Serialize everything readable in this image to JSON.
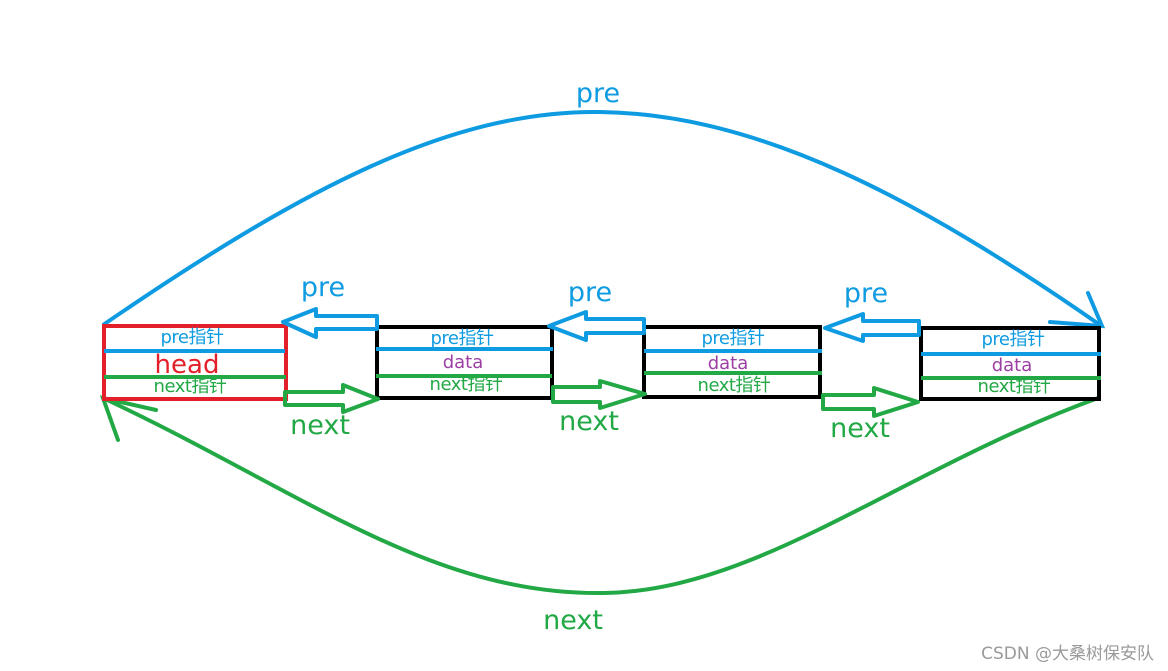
{
  "colors": {
    "pre": "#0f9be1",
    "next": "#22a946",
    "data": "#9b3fa5",
    "head": "#e3202a",
    "node_border": "#000000"
  },
  "labels": {
    "top_pre": "pre",
    "bottom_next": "next",
    "pre_1": "pre",
    "pre_2": "pre",
    "pre_3": "pre",
    "next_1": "next",
    "next_2": "next",
    "next_3": "next"
  },
  "nodes": [
    {
      "pre_field": "pre指针",
      "middle": "head",
      "next_field": "next指针"
    },
    {
      "pre_field": "pre指针",
      "middle": "data",
      "next_field": "next指针"
    },
    {
      "pre_field": "pre指针",
      "middle": "data",
      "next_field": "next指针"
    },
    {
      "pre_field": "pre指针",
      "middle": "data",
      "next_field": "next指针"
    }
  ],
  "watermark": "CSDN @大桑树保安队"
}
